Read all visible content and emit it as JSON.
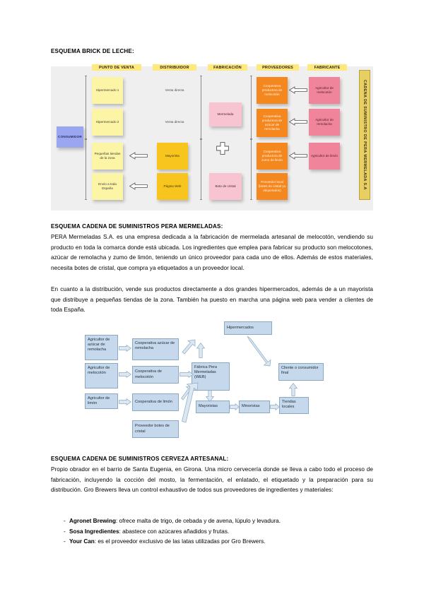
{
  "colors": {
    "accent_yellow": "#ffe87c",
    "note_yellow": "#fdf5a6",
    "note_amber": "#f7c51e",
    "note_pink": "#f9c4d2",
    "note_rose": "#f0849a",
    "note_orange": "#f5871f",
    "note_blue": "#9aa7f0",
    "banner_gold": "#e8cf62",
    "flow_box_blue": "#c6d9ec",
    "diagram_bg": "#efefef"
  },
  "sections": {
    "s1_heading": "ESQUEMA BRICK DE LECHE:",
    "s2_heading": "ESQUEMA CADENA DE SUMINISTROS PERA MERMELADAS:",
    "s3_heading": "ESQUEMA CADENA DE SUMINISTROS CERVEZA ARTESANAL:"
  },
  "paragraphs": {
    "p1": "PERA Mermeladas S.A. es una empresa dedicada a la fabricación de mermelada artesanal de melocotón, vendiendo su producto en toda la comarca donde está ubicada. Los ingredientes que emplea para fabricar su producto son melocotones, azúcar de remolacha y zumo de limón, teniendo un único proveedor para cada uno de ellos. Además de estos materiales, necesita botes de cristal, que compra ya etiquetados a un proveedor local.",
    "p2": "En cuanto a la distribución, vende sus productos directamente a dos grandes hipermercados, además de a un mayorista que distribuye a pequeñas tiendas de la zona. También ha puesto en marcha una página web para vender a clientes de toda España.",
    "p3": "Propio obrador en el barrio de Santa Eugenia, en Girona. Una micro cervecería donde se lleva a cabo todo el proceso de fabricación, incluyendo la cocción del mosto, la fermentación, el enlatado, el etiquetado y la preparación para su distribución. Gro Brewers lleva un control exhaustivo de todos sus proveedores de ingredientes y materiales:"
  },
  "bullets": {
    "dash": "-",
    "items": [
      {
        "term": "Agronet Brewing",
        "rest": ": ofrece malta de trigo, de cebada y de avena, lúpulo y levadura."
      },
      {
        "term": "Sosa Ingredientes",
        "rest": ": abastece con azúcares añadidos y frutas."
      },
      {
        "term": "Your Can",
        "rest": ": es el proveedor exclusivo de las latas utilizadas por Gro Brewers."
      }
    ]
  },
  "diagram1": {
    "banner": "CADENA DE SUMINISTRO DE PERA MERMELADA S.A",
    "headers": [
      "PUNTO DE VENTA",
      "DISTRIBUIDOR",
      "FABRICACIÓN",
      "PROVEEDORES",
      "FABRICANTE"
    ],
    "consumer": "CONSUMIDOR",
    "point_of_sale": [
      "Hipermercado 1",
      "Hipermercado 2",
      "Pequeñas tiendas de la zona",
      "Envío a toda España"
    ],
    "distributor_labels": [
      "Venta directa",
      "Venta directa"
    ],
    "distributor_notes": [
      "Mayorista",
      "Página Web"
    ],
    "manufacturing": [
      "Mermelada",
      "Bote de cristal"
    ],
    "suppliers": [
      "Cooperativa productora de melocotón",
      "Cooperativa productora de azúcar de remolacha",
      "Cooperativa productora de zumo de limón",
      "Proveedor local (botes de cristal ya etiquetados)"
    ],
    "manufacturers": [
      "Agricultor de melocotón",
      "Agricultor de remolacha",
      "Agricultor de limón"
    ]
  },
  "diagram2": {
    "nodes": {
      "farmer_sugar": "Agricultor de azúcar de remolacha",
      "coop_sugar": "Cooperativa azúcar de remolacha",
      "farmer_peach": "Agricultor de melocotón",
      "coop_peach": "Cooperativa de melocotón",
      "farmer_lemon": "Agricultor de limón",
      "coop_lemon": "Cooperativa de limón",
      "supplier_jars": "Proveedor botes de cristal",
      "factory": "Fábrica Pera Mermeladas (WEB)",
      "hypermarkets": "Hipermercados",
      "wholesalers": "Mayoristas",
      "retailers": "Minoristas",
      "local_shops": "Tiendas locales",
      "final_customer": "Cliente o consumidor final"
    }
  }
}
